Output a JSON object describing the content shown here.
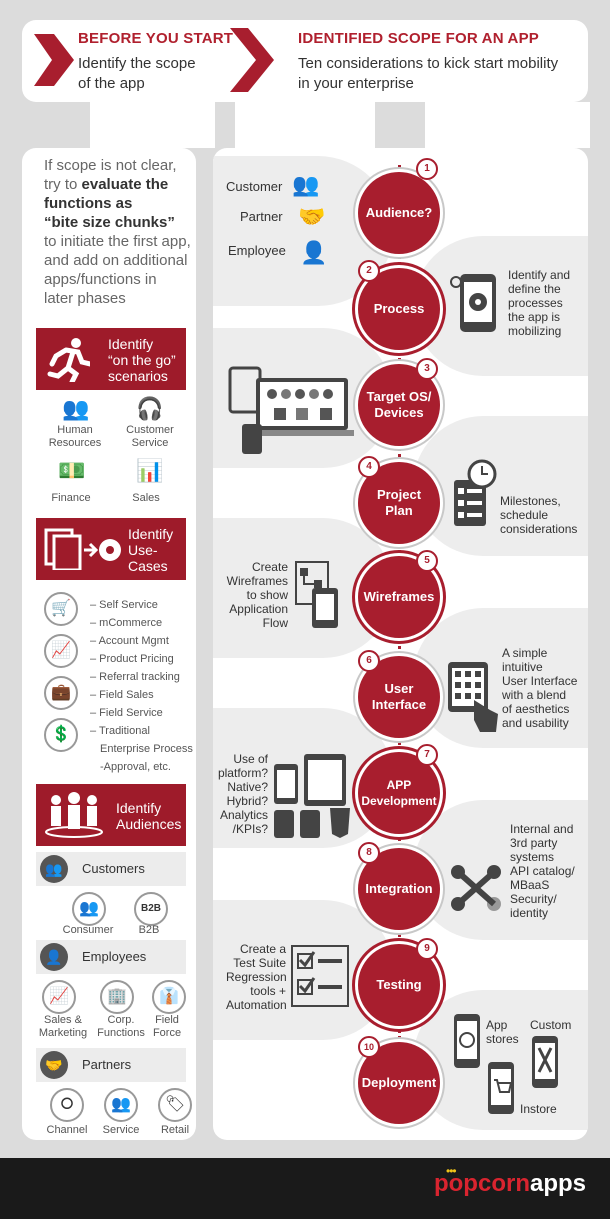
{
  "header": {
    "left_title": "BEFORE YOU START",
    "left_subtitle_1": "Identify the scope",
    "left_subtitle_2": "of the app",
    "right_title": "IDENTIFIED SCOPE FOR AN APP",
    "right_subtitle_1": "Ten considerations to kick start mobility",
    "right_subtitle_2": "in your enterprise"
  },
  "left": {
    "intro": [
      "If scope is not clear,",
      "try to ",
      "evaluate the",
      "functions as",
      "“bite size chunks”",
      "to initiate the first app,",
      "and add on additional",
      "apps/functions in",
      "later phases"
    ],
    "box1": [
      "Identify",
      "“on the go”",
      "scenarios"
    ],
    "box1_items": [
      "Human Resources",
      "Customer Service",
      "Finance",
      "Sales"
    ],
    "box2": [
      "Identify",
      "Use-",
      "Cases"
    ],
    "usecases": [
      "– Self Service",
      "– mCommerce",
      "– Account Mgmt",
      "– Product Pricing",
      "– Referral tracking",
      "– Field Sales",
      "– Field Service",
      "– Traditional",
      "Enterprise Process",
      "-Approval, etc."
    ],
    "box3": [
      "Identify",
      "Audiences"
    ],
    "customers": "Customers",
    "customers_items": [
      "Consumer",
      "B2B"
    ],
    "employees": "Employees",
    "employees_items": [
      "Sales &\nMarketing",
      "Corp.\nFunctions",
      "Field\nForce"
    ],
    "partners": "Partners",
    "partners_items": [
      "Channel",
      "Service",
      "Retail"
    ]
  },
  "steps": [
    {
      "n": "1",
      "label": "Audience?"
    },
    {
      "n": "2",
      "label": "Process"
    },
    {
      "n": "3",
      "label": "Target OS/\nDevices"
    },
    {
      "n": "4",
      "label": "Project\nPlan"
    },
    {
      "n": "5",
      "label": "Wireframes"
    },
    {
      "n": "6",
      "label": "User\nInterface"
    },
    {
      "n": "7",
      "label": "APP\nDevelopment"
    },
    {
      "n": "8",
      "label": "Integration"
    },
    {
      "n": "9",
      "label": "Testing"
    },
    {
      "n": "10",
      "label": "Deployment"
    }
  ],
  "notes": {
    "audience": [
      "Customer",
      "Partner",
      "Employee"
    ],
    "process": "Identify and\ndefine the\nprocesses\nthe app is\nmobilizing",
    "plan": "Milestones,\nschedule\nconsiderations",
    "wireframes": "Create\nWireframes\nto show\nApplication\nFlow",
    "ui": "A simple\nintuitive\nUser Interface\nwith a blend\nof aesthetics\nand usability",
    "dev": "Use of\nplatform?\nNative?\nHybrid?\nAnalytics\n/KPIs?",
    "integration": "Internal and\n3rd party\nsystems\nAPI catalog/\nMBaaS\nSecurity/\nidentity",
    "testing": "Create a\nTest Suite\nRegression\ntools +\nAutomation",
    "deploy_app": "App\nstores",
    "deploy_custom": "Custom",
    "deploy_instore": "Instore"
  },
  "footer": {
    "logo_a": "popcorn",
    "logo_b": "apps"
  },
  "colors": {
    "accent": "#a81e2e",
    "dark": "#1a1a1a",
    "panel": "#ffffff"
  }
}
